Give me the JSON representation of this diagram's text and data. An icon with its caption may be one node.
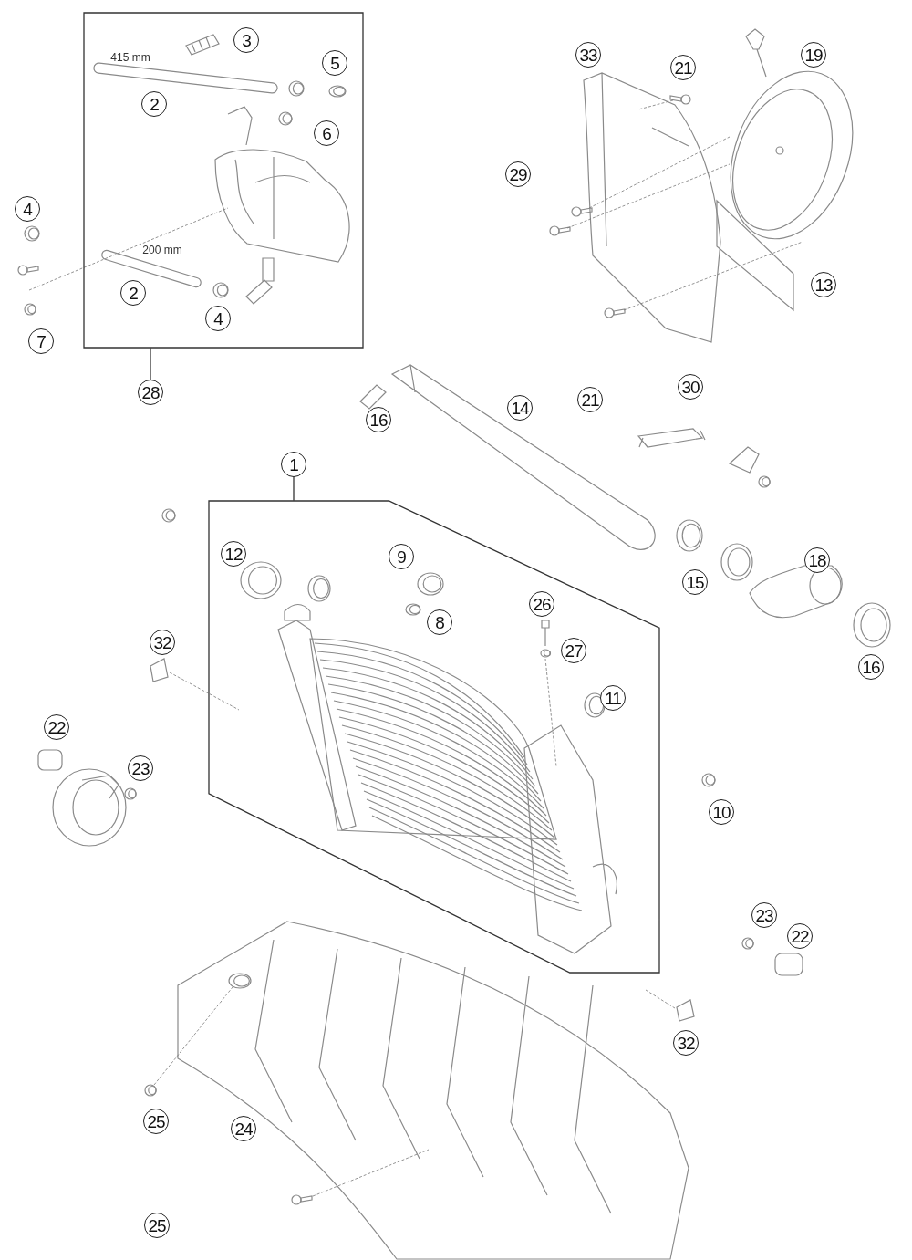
{
  "diagram": {
    "nodes": [
      {
        "text": [],
        "shape": "box"
      },
      {
        "text": [
          "3"
        ],
        "in": 0
      },
      {
        "text": [
          "5"
        ],
        "in": 0
      },
      {
        "text": [
          "2"
        ],
        "in": 0
      },
      {
        "text": [
          "6"
        ],
        "in": 0
      },
      {
        "text": [
          "4"
        ]
      },
      {
        "text": [
          "2"
        ],
        "in": 0
      },
      {
        "text": [
          "4"
        ],
        "in": 0
      },
      {
        "text": [
          "7"
        ]
      },
      {
        "text": [
          "28"
        ]
      },
      {
        "text": [
          "33"
        ]
      },
      {
        "text": [
          "21"
        ]
      },
      {
        "text": [
          "19"
        ]
      },
      {
        "text": [
          "29"
        ]
      },
      {
        "text": [
          "13"
        ]
      },
      {
        "text": [
          "30"
        ]
      },
      {
        "text": [
          "21"
        ]
      },
      {
        "text": [
          "16"
        ]
      },
      {
        "text": [
          "14"
        ]
      },
      {
        "text": [
          "1"
        ]
      },
      {
        "text": [],
        "shape": "box"
      },
      {
        "text": [
          "12"
        ],
        "in": 20
      },
      {
        "text": [
          "9"
        ],
        "in": 20
      },
      {
        "text": [
          "8"
        ],
        "in": 20
      },
      {
        "text": [
          "26"
        ],
        "in": 20
      },
      {
        "text": [
          "15"
        ]
      },
      {
        "text": [
          "18"
        ]
      },
      {
        "text": [
          "32"
        ]
      },
      {
        "text": [
          "27"
        ],
        "in": 20
      },
      {
        "text": [
          "11"
        ],
        "in": 20
      },
      {
        "text": [
          "16"
        ]
      },
      {
        "text": [
          "22"
        ]
      },
      {
        "text": [
          "23"
        ]
      },
      {
        "text": [
          "10"
        ]
      },
      {
        "text": [
          "23"
        ]
      },
      {
        "text": [
          "22"
        ]
      },
      {
        "text": [
          "32"
        ]
      },
      {
        "text": [
          "25"
        ]
      },
      {
        "text": [
          "24"
        ]
      },
      {
        "text": [
          "25"
        ]
      }
    ],
    "edges": [
      {
        "from": 9,
        "to": 0,
        "arrow": "none"
      },
      {
        "from": 19,
        "to": 20,
        "arrow": "none"
      }
    ],
    "labels": [
      "415 mm",
      "200 mm"
    ]
  }
}
